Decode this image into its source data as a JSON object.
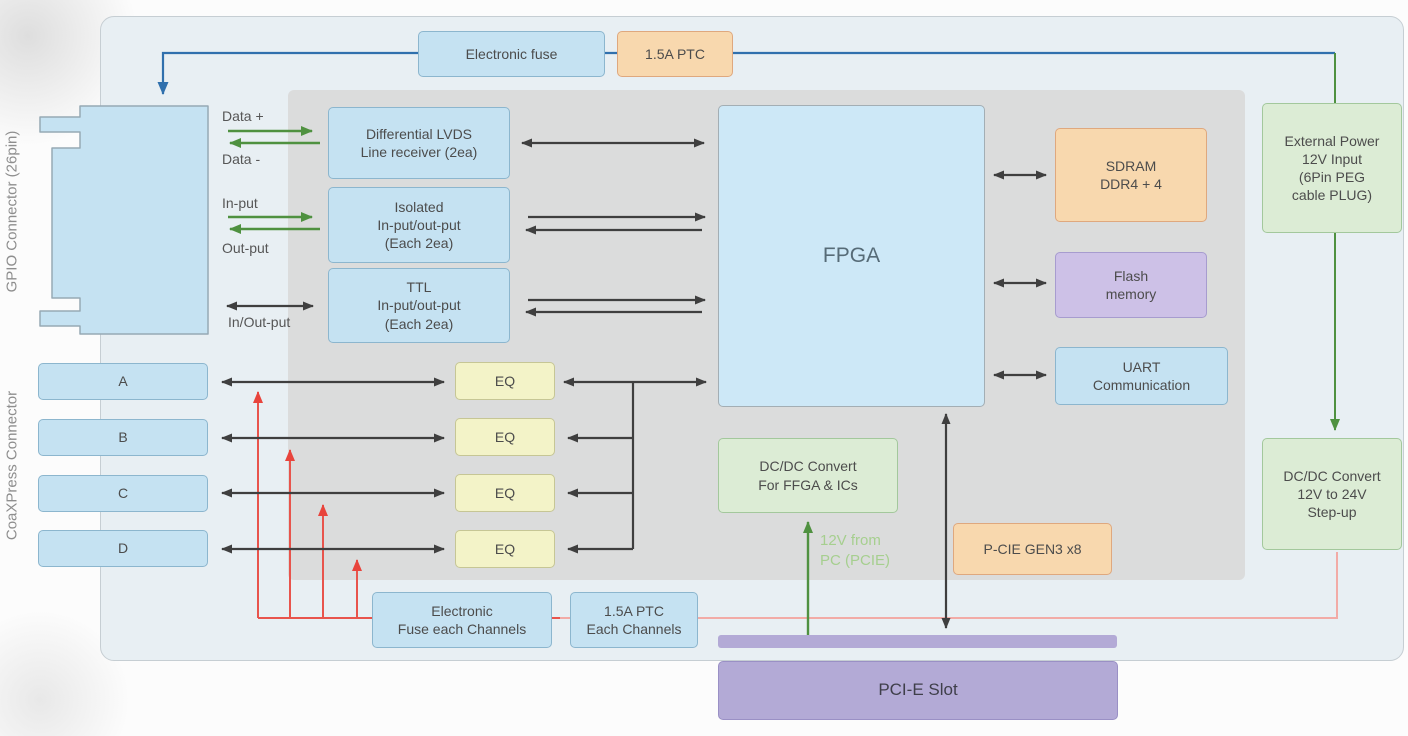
{
  "side_labels": {
    "gpio": "GPIO Connector (26pin)",
    "coaxpress": "CoaXPress Connector"
  },
  "power_top": {
    "electronic_fuse": "Electronic fuse",
    "ptc": "1.5A PTC"
  },
  "gpio_signals": {
    "data_plus": "Data +",
    "data_minus": "Data -",
    "in": "In-put",
    "out": "Out-put",
    "inout": "In/Out-put"
  },
  "io_blocks": {
    "lvds": "Differential LVDS\nLine receiver (2ea)",
    "isolated": "Isolated\nIn-put/out-put\n(Each 2ea)",
    "ttl": "TTL\nIn-put/out-put\n(Each 2ea)"
  },
  "fpga": {
    "label": "FPGA"
  },
  "memory": {
    "sdram": "SDRAM\nDDR4 + 4",
    "flash": "Flash\nmemory",
    "uart": "UART\nCommunication"
  },
  "power_right": {
    "external": "External Power\n12V Input\n(6Pin PEG\ncable PLUG)",
    "dcdc_stepup": "DC/DC Convert\n12V to 24V\nStep-up"
  },
  "power_center": {
    "dcdc_fpga": "DC/DC Convert\nFor FFGA & ICs",
    "annotation": "12V from\nPC (PCIE)"
  },
  "pcie": {
    "gen3": "P-CIE GEN3 x8",
    "slot": "PCI-E Slot"
  },
  "channels": {
    "labels": [
      "A",
      "B",
      "C",
      "D"
    ],
    "eq": "EQ"
  },
  "channel_protection": {
    "fuse": "Electronic\nFuse each Channels",
    "ptc": "1.5A PTC\nEach Channels"
  },
  "colors": {
    "power_line_blue": "#3070ad",
    "power_line_green": "#4f9140",
    "channel_line_red": "#e8544c",
    "return_line_pink": "#f2aba6",
    "signal_line_black": "#3f3f3f",
    "board_background": "#e8eff3",
    "panel_background": "#dbdcdc"
  }
}
